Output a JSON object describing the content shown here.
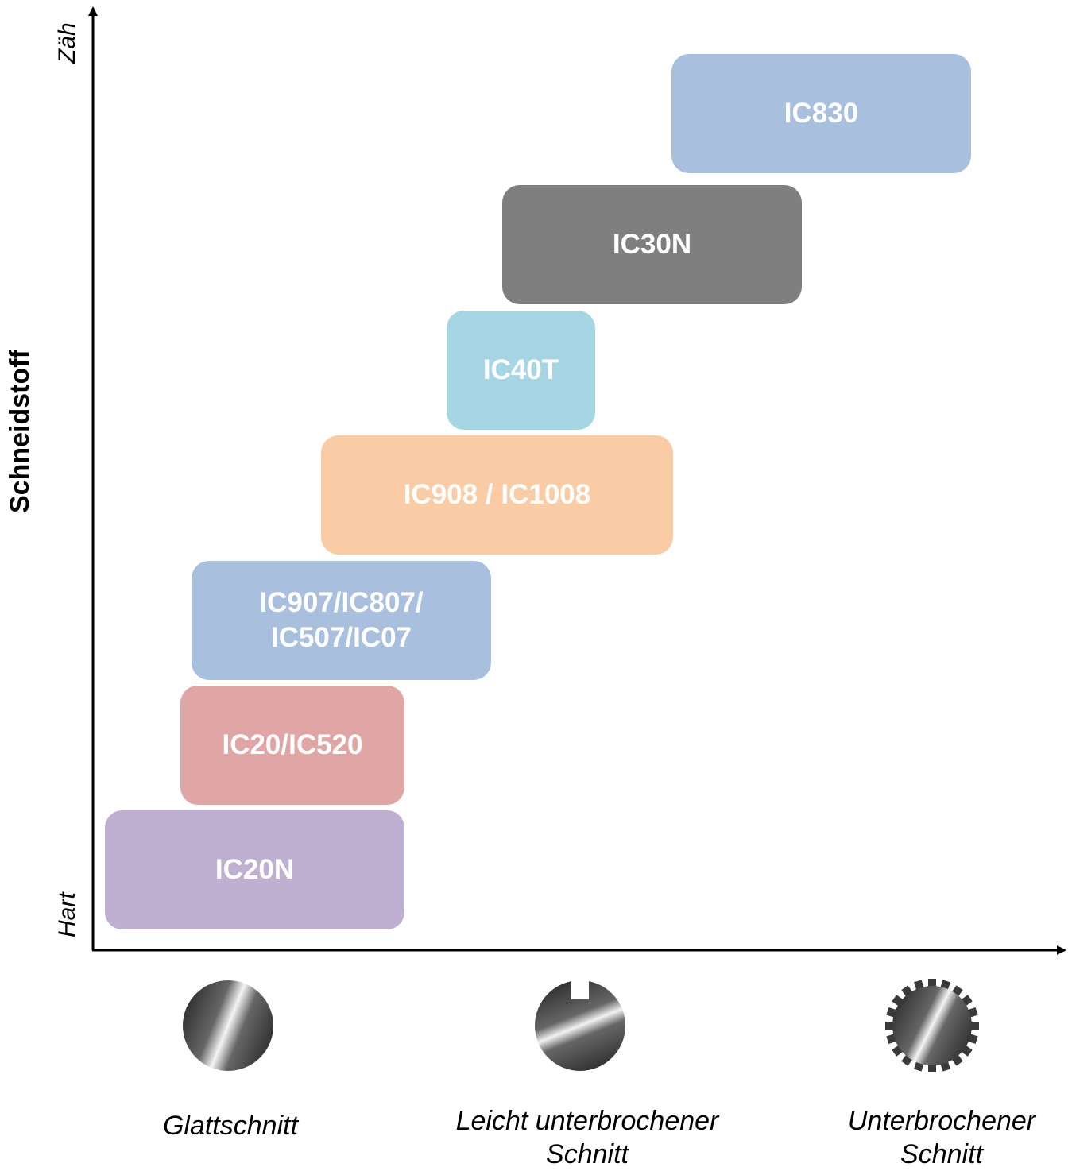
{
  "y_axis": {
    "label": "Schneidstoff",
    "top_label": "Zäh",
    "bottom_label": "Hart"
  },
  "grades": [
    {
      "label": "IC20N",
      "color": "#bfb0d1"
    },
    {
      "label": "IC20/IC520",
      "color": "#dfa6a5"
    },
    {
      "label": "IC907/IC807/\nIC507/IC07",
      "color": "#a8c0de"
    },
    {
      "label": "IC908 / IC1008",
      "color": "#facca5"
    },
    {
      "label": "IC40T",
      "color": "#a6d6e4"
    },
    {
      "label": "IC30N",
      "color": "#7f7f7f"
    },
    {
      "label": "IC830",
      "color": "#a8c0de"
    }
  ],
  "x_categories": [
    {
      "label": "Glattschnitt",
      "icon": "smooth-disc-icon"
    },
    {
      "label": "Leicht unterbrochener\nSchnitt",
      "icon": "slotted-disc-icon"
    },
    {
      "label": "Unterbrochener\nSchnitt",
      "icon": "gear-disc-icon"
    }
  ]
}
